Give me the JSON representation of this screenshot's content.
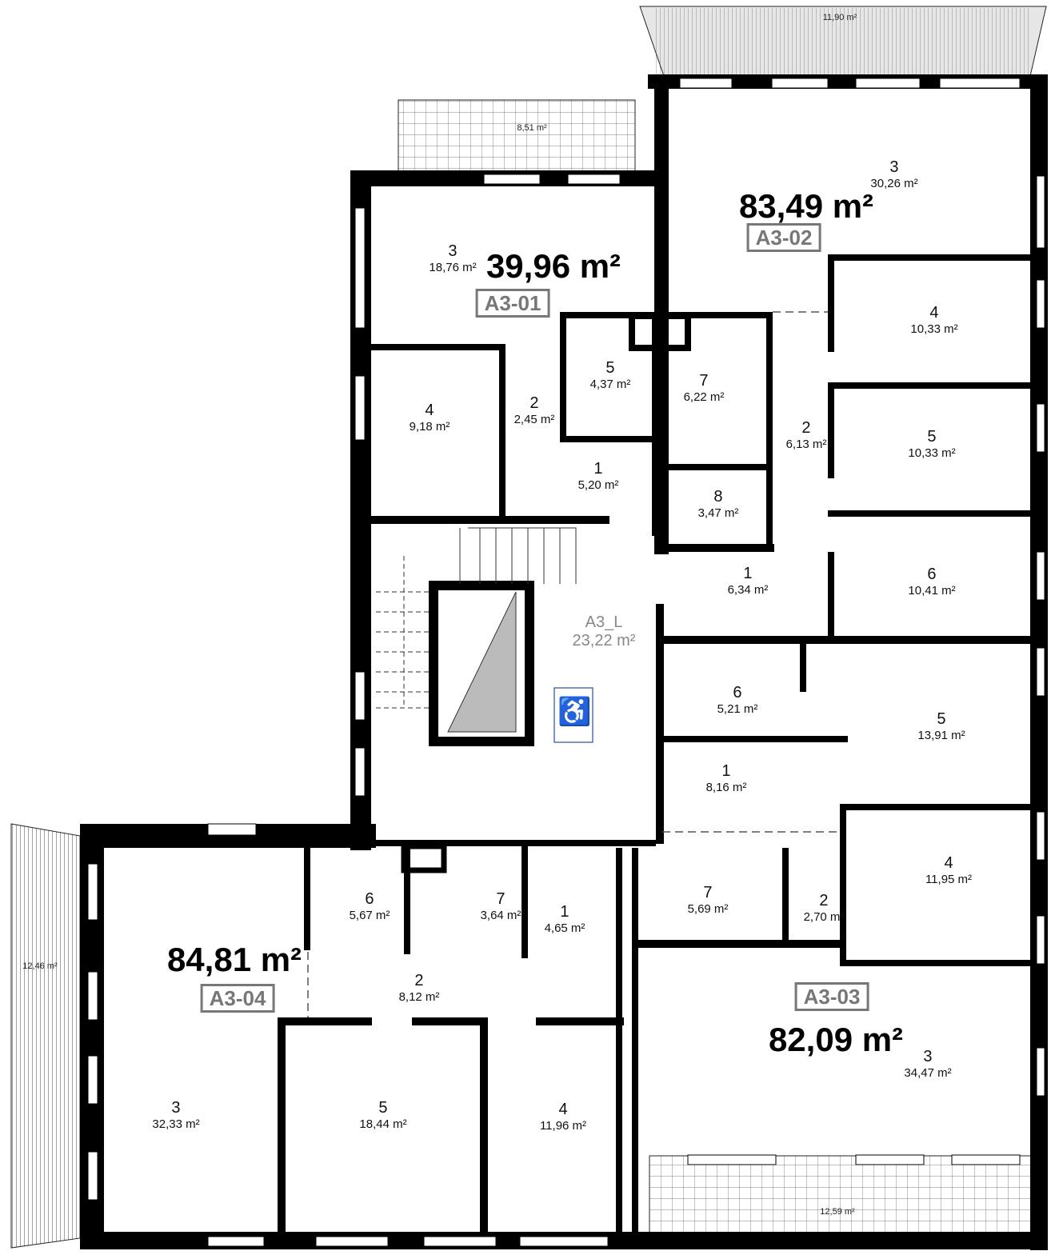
{
  "balconies": [
    "11,90 m²",
    "8,51 m²",
    "12,46 m²",
    "12,59 m²"
  ],
  "apartments": {
    "a01": {
      "code": "A3-01",
      "total": "39,96 m²",
      "rooms": [
        {
          "num": "3",
          "area": "18,76 m²"
        },
        {
          "num": "4",
          "area": "9,18 m²"
        },
        {
          "num": "2",
          "area": "2,45 m²"
        },
        {
          "num": "5",
          "area": "4,37 m²"
        },
        {
          "num": "1",
          "area": "5,20 m²"
        }
      ]
    },
    "a02": {
      "code": "A3-02",
      "total": "83,49 m²",
      "rooms": [
        {
          "num": "3",
          "area": "30,26 m²"
        },
        {
          "num": "4",
          "area": "10,33 m²"
        },
        {
          "num": "5",
          "area": "10,33 m²"
        },
        {
          "num": "6",
          "area": "10,41 m²"
        },
        {
          "num": "7",
          "area": "6,22 m²"
        },
        {
          "num": "2",
          "area": "6,13 m²"
        },
        {
          "num": "8",
          "area": "3,47 m²"
        },
        {
          "num": "1",
          "area": "6,34 m²"
        }
      ]
    },
    "a03": {
      "code": "A3-03",
      "total": "82,09 m²",
      "rooms": [
        {
          "num": "6",
          "area": "5,21 m²"
        },
        {
          "num": "5",
          "area": "13,91 m²"
        },
        {
          "num": "1",
          "area": "8,16 m²"
        },
        {
          "num": "4",
          "area": "11,95 m²"
        },
        {
          "num": "2",
          "area": "2,70 m²"
        },
        {
          "num": "7",
          "area": "5,69 m²"
        },
        {
          "num": "3",
          "area": "34,47 m²"
        }
      ]
    },
    "a04": {
      "code": "A3-04",
      "total": "84,81 m²",
      "rooms": [
        {
          "num": "6",
          "area": "5,67 m²"
        },
        {
          "num": "7",
          "area": "3,64 m²"
        },
        {
          "num": "1",
          "area": "4,65 m²"
        },
        {
          "num": "2",
          "area": "8,12 m²"
        },
        {
          "num": "3",
          "area": "32,33 m²"
        },
        {
          "num": "5",
          "area": "18,44 m²"
        },
        {
          "num": "4",
          "area": "11,96 m²"
        }
      ]
    }
  },
  "stair": {
    "code": "A3_L",
    "area": "23,22 m²"
  },
  "icons": {
    "accessible": "wheelchair-icon"
  }
}
